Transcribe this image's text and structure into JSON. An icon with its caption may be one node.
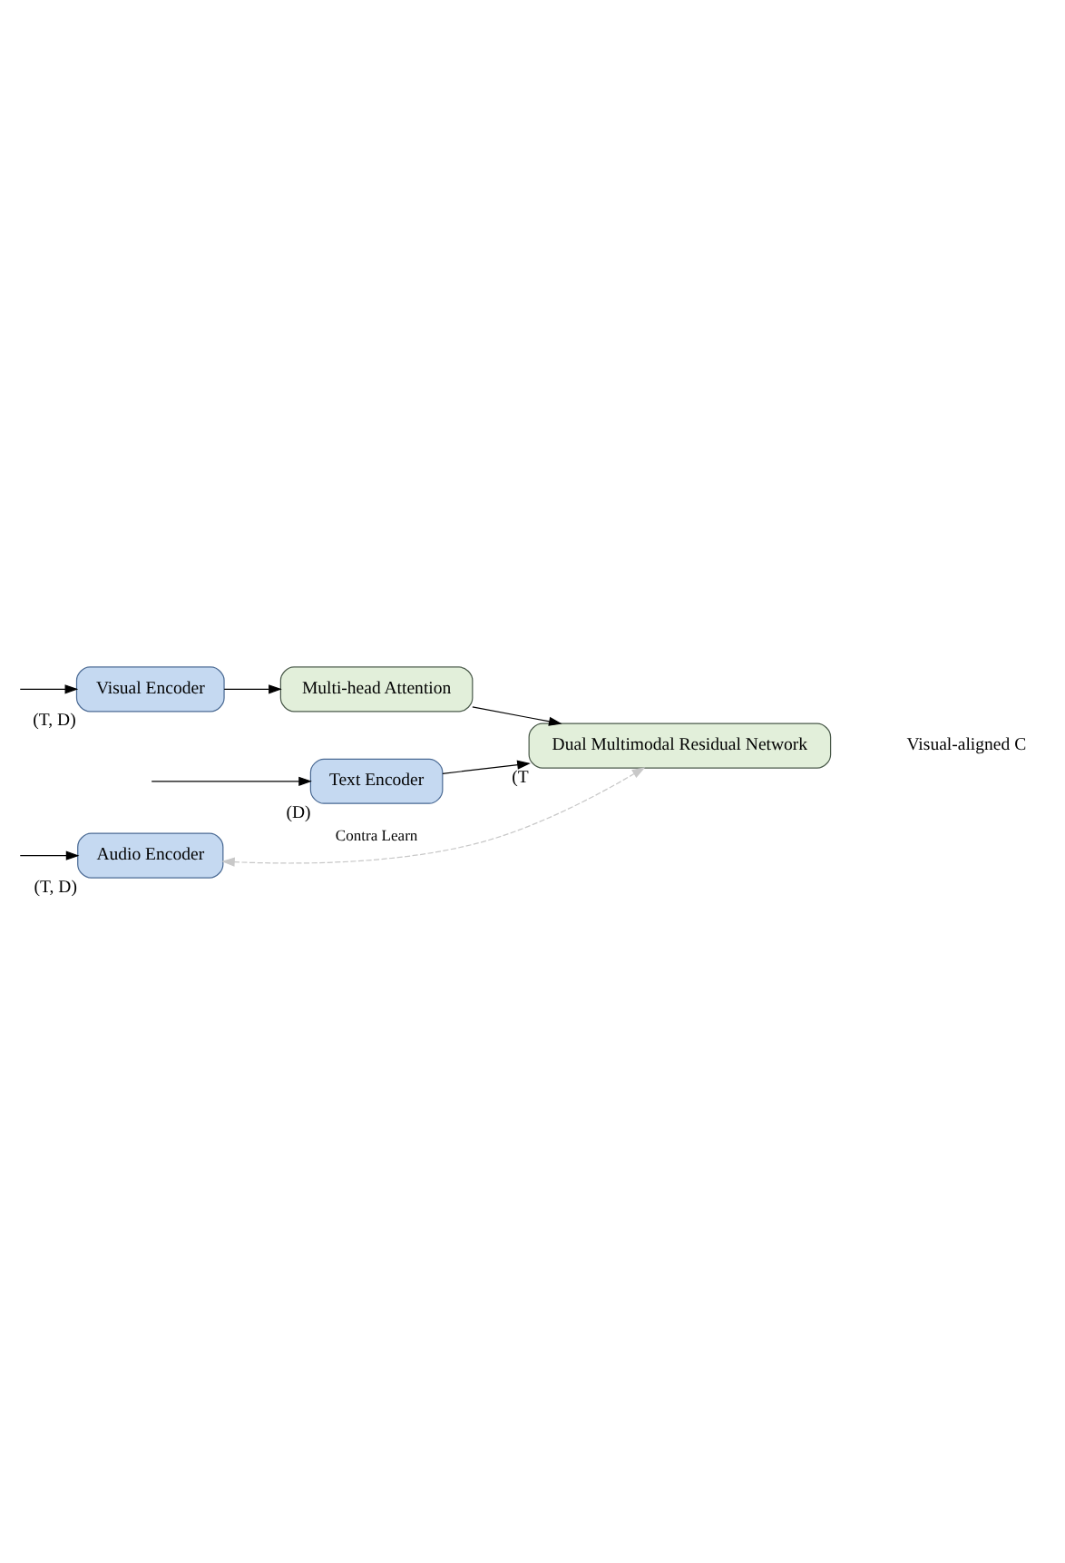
{
  "diagram": {
    "nodes": [
      {
        "text": [
          "Audio Encoder"
        ],
        "beside": [
          "(T, D)"
        ]
      },
      {
        "text": [
          "Visual Encoder"
        ],
        "beside": [
          "(T, D)"
        ]
      },
      {
        "text": [
          "Multi-head Attention"
        ]
      },
      {
        "text": [
          "Dual Multimodal Residual Network"
        ],
        "beside": [
          "(T"
        ]
      },
      {
        "text": [
          "Text Encoder"
        ],
        "beside": [
          "(D)"
        ]
      }
    ],
    "edges": [
      {
        "from": null,
        "to": 0,
        "arrow": "to"
      },
      {
        "from": null,
        "to": 1,
        "arrow": "to"
      },
      {
        "from": null,
        "to": 4,
        "arrow": "to"
      },
      {
        "from": 1,
        "to": 2,
        "arrow": "to"
      },
      {
        "from": 2,
        "to": 3,
        "arrow": "to"
      },
      {
        "from": 4,
        "to": 3,
        "arrow": "to"
      },
      {
        "from": 0,
        "to": 3,
        "arrow": "both",
        "label": "Contra Learn",
        "style": "dashed",
        "color": "#c8c8c8"
      }
    ],
    "labels": [
      "Visual-aligned C"
    ]
  }
}
